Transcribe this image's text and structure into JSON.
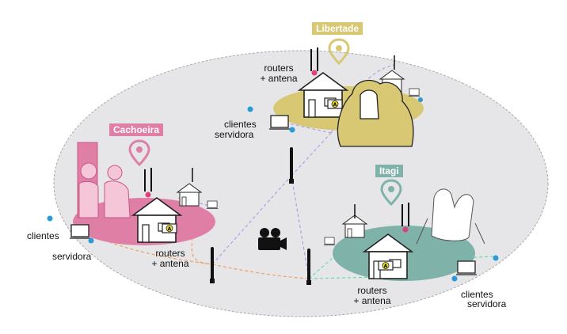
{
  "communities": [
    {
      "id": "libertade",
      "name": "Libertade",
      "color": "#d8c874"
    },
    {
      "id": "cachoeira",
      "name": "Cachoeira",
      "color": "#e07fa6"
    },
    {
      "id": "itagi",
      "name": "Itagi",
      "color": "#7fb3aa"
    }
  ],
  "labels": {
    "routers_antena_top": [
      "routers",
      "+ antena"
    ],
    "routers_antena_left": [
      "routers",
      "+ antena"
    ],
    "routers_antena_right": [
      "routers",
      "+ antena"
    ],
    "clientes_top": "clientes",
    "servidora_top": "servidora",
    "clientes_left": "clientes",
    "servidora_left": "servidora",
    "clientes_right": "clientes",
    "servidora_right": "servidora"
  },
  "icons": [
    "pin-icon",
    "house-icon",
    "router-icon",
    "antenna-icon",
    "laptop-icon",
    "camera-icon",
    "hands-icon"
  ],
  "colors": {
    "mesh_line_orange": "#f0a060",
    "mesh_line_green": "#66ddb0",
    "mesh_line_purple": "#b0a0e0",
    "ellipse_fill": "#e6e6e8",
    "router_badge": "#e0407a",
    "client_badge": "#2a9bd6"
  }
}
